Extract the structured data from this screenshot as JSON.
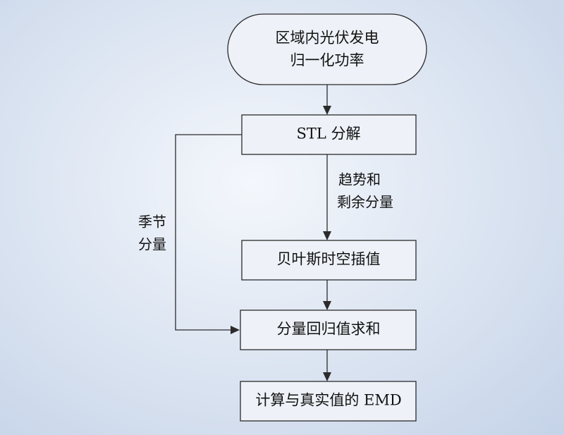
{
  "nodes": {
    "start": {
      "line1": "区域内光伏发电",
      "line2": "归一化功率"
    },
    "stl": {
      "label": "STL 分解"
    },
    "bayes": {
      "label": "贝叶斯时空插值"
    },
    "regress": {
      "label": "分量回归值求和"
    },
    "emd": {
      "label": "计算与真实值的 EMD"
    }
  },
  "edges": {
    "trend": {
      "line1": "趋势和",
      "line2": "剩余分量"
    },
    "season": {
      "line1": "季节",
      "line2": "分量"
    }
  }
}
